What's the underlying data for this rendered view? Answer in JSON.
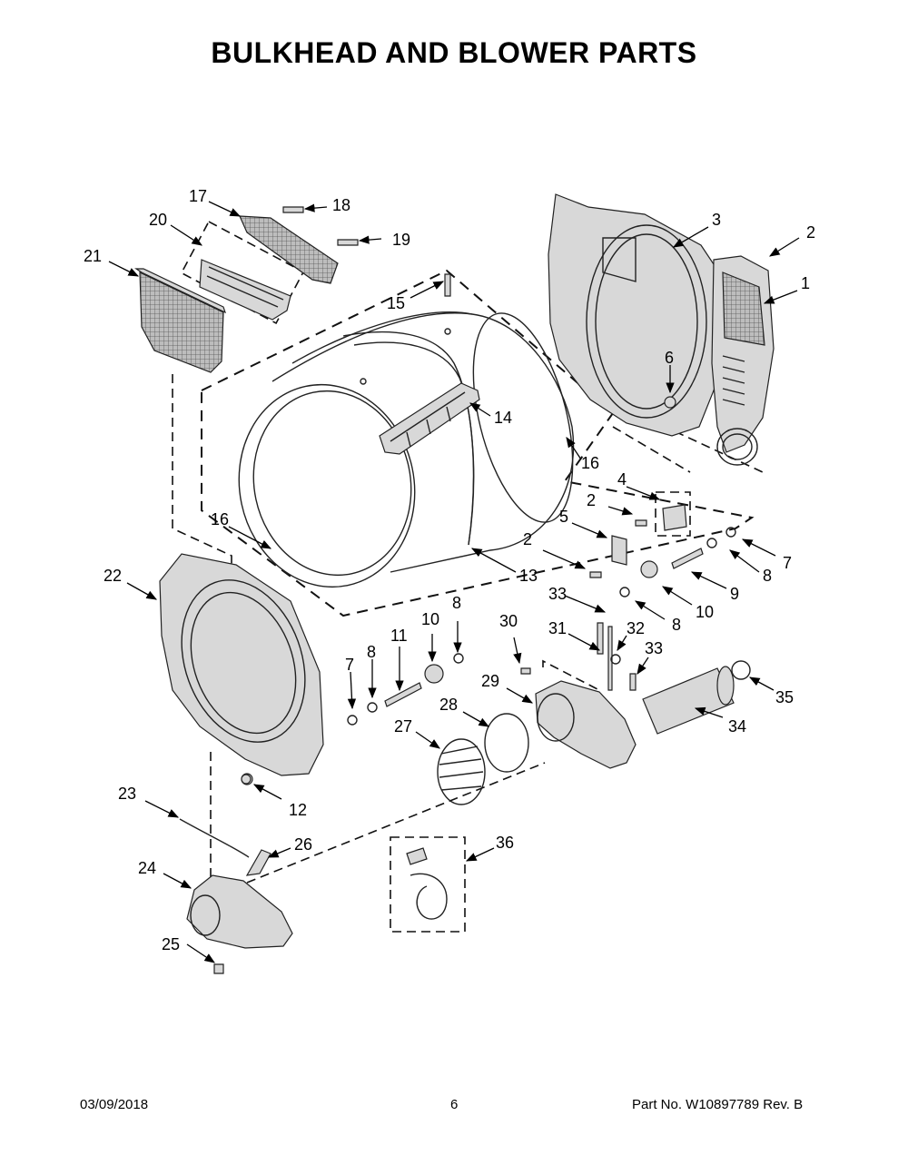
{
  "title": "BULKHEAD AND BLOWER PARTS",
  "footer": {
    "date": "03/09/2018",
    "page": "6",
    "part_number": "Part No.  W10897789  Rev.  B"
  },
  "callouts": [
    {
      "id": "c1",
      "label": "1"
    },
    {
      "id": "c2a",
      "label": "2"
    },
    {
      "id": "c2b",
      "label": "2"
    },
    {
      "id": "c2c",
      "label": "2"
    },
    {
      "id": "c3",
      "label": "3"
    },
    {
      "id": "c4",
      "label": "4"
    },
    {
      "id": "c5",
      "label": "5"
    },
    {
      "id": "c6",
      "label": "6"
    },
    {
      "id": "c7a",
      "label": "7"
    },
    {
      "id": "c7b",
      "label": "7"
    },
    {
      "id": "c8a",
      "label": "8"
    },
    {
      "id": "c8b",
      "label": "8"
    },
    {
      "id": "c8c",
      "label": "8"
    },
    {
      "id": "c8d",
      "label": "8"
    },
    {
      "id": "c9",
      "label": "9"
    },
    {
      "id": "c10a",
      "label": "10"
    },
    {
      "id": "c10b",
      "label": "10"
    },
    {
      "id": "c11",
      "label": "11"
    },
    {
      "id": "c12",
      "label": "12"
    },
    {
      "id": "c13",
      "label": "13"
    },
    {
      "id": "c14",
      "label": "14"
    },
    {
      "id": "c15",
      "label": "15"
    },
    {
      "id": "c16a",
      "label": "16"
    },
    {
      "id": "c16b",
      "label": "16"
    },
    {
      "id": "c17",
      "label": "17"
    },
    {
      "id": "c18",
      "label": "18"
    },
    {
      "id": "c19",
      "label": "19"
    },
    {
      "id": "c20",
      "label": "20"
    },
    {
      "id": "c21",
      "label": "21"
    },
    {
      "id": "c22",
      "label": "22"
    },
    {
      "id": "c23",
      "label": "23"
    },
    {
      "id": "c24",
      "label": "24"
    },
    {
      "id": "c25",
      "label": "25"
    },
    {
      "id": "c26",
      "label": "26"
    },
    {
      "id": "c27",
      "label": "27"
    },
    {
      "id": "c28",
      "label": "28"
    },
    {
      "id": "c29",
      "label": "29"
    },
    {
      "id": "c30",
      "label": "30"
    },
    {
      "id": "c31",
      "label": "31"
    },
    {
      "id": "c32",
      "label": "32"
    },
    {
      "id": "c33a",
      "label": "33"
    },
    {
      "id": "c33b",
      "label": "33"
    },
    {
      "id": "c34",
      "label": "34"
    },
    {
      "id": "c35",
      "label": "35"
    },
    {
      "id": "c36",
      "label": "36"
    }
  ]
}
